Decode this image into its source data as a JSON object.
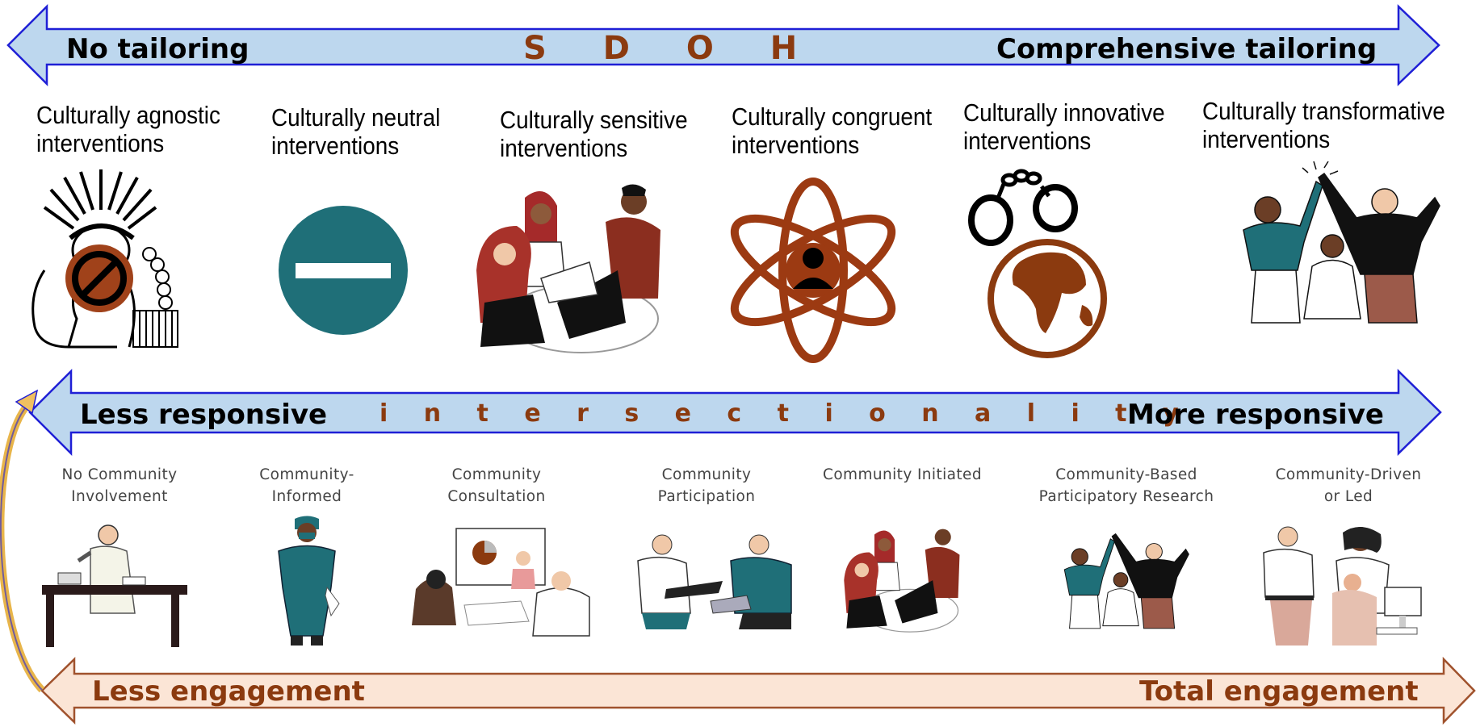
{
  "sdoh_band": {
    "left": "No tailoring",
    "center": "S D O H",
    "right": "Comprehensive tailoring"
  },
  "intersectionality_band": {
    "left": "Less responsive",
    "center": "i n t e r s e c t i o n a l i t y",
    "right": "More responsive"
  },
  "engagement_band": {
    "left": "Less engagement",
    "right": "Total engagement"
  },
  "tailoring_levels": [
    {
      "line1": "Culturally agnostic",
      "line2": "interventions",
      "icon": "prohibited-headdress-icon"
    },
    {
      "line1": "Culturally neutral",
      "line2": "interventions",
      "icon": "no-entry-icon"
    },
    {
      "line1": "Culturally sensitive",
      "line2": "interventions",
      "icon": "discussion-group-icon"
    },
    {
      "line1": "Culturally congruent",
      "line2": "interventions",
      "icon": "atom-person-icon"
    },
    {
      "line1": "Culturally innovative",
      "line2": "interventions",
      "icon": "handcuffed-globe-icon"
    },
    {
      "line1": "Culturally transformative",
      "line2": "interventions",
      "icon": "high-five-group-icon"
    }
  ],
  "community_levels": [
    {
      "line1": "No Community",
      "line2": "Involvement",
      "icon": "scientist-at-desk-icon"
    },
    {
      "line1": "Community-",
      "line2": "Informed",
      "icon": "health-worker-icon"
    },
    {
      "line1": "Community",
      "line2": "Consultation",
      "icon": "presentation-meeting-icon"
    },
    {
      "line1": "Community",
      "line2": "Participation",
      "icon": "document-exchange-icon"
    },
    {
      "line1": "Community Initiated",
      "line2": "",
      "icon": "discussion-group-icon"
    },
    {
      "line1": "Community-Based",
      "line2": "Participatory Research",
      "icon": "high-five-group-icon"
    },
    {
      "line1": "Community-Driven",
      "line2": "or Led",
      "icon": "community-team-icon"
    }
  ],
  "colors": {
    "band_fill": "#bdd7ee",
    "band_stroke": "#1f1fd6",
    "brown_text": "#8b3a0f",
    "engage_fill": "#fbe5d6",
    "engage_stroke": "#a0522d",
    "teal": "#1f6f78",
    "rust": "#9c3a12",
    "loop_arrow": "#f0c060"
  }
}
